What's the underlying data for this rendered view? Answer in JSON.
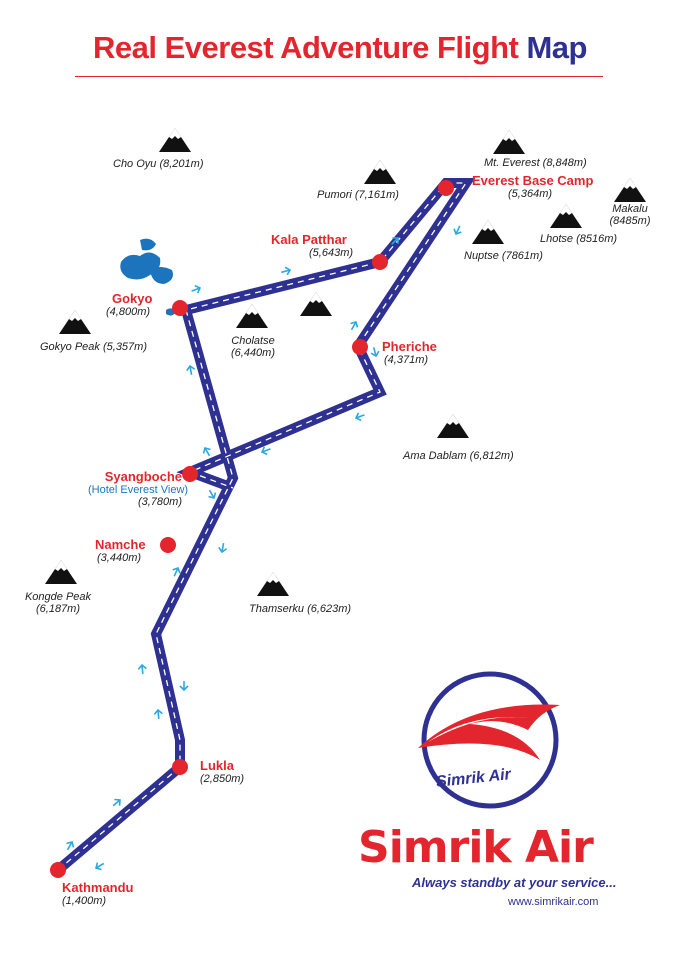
{
  "title": {
    "part1": "Real Everest Adventure Flight",
    "part2": "Map"
  },
  "peaks": [
    {
      "name": "Cho Oyu (8,201m)"
    },
    {
      "name": "Mt. Everest (8,848m)"
    },
    {
      "name": "Pumori (7,161m)"
    },
    {
      "name": "Makalu",
      "elev": "(8485m)"
    },
    {
      "name": "Lhotse (8516m)"
    },
    {
      "name": "Nuptse (7861m)"
    },
    {
      "name": "Gokyo Peak (5,357m)"
    },
    {
      "name": "Cholatse",
      "elev": "(6,440m)"
    },
    {
      "name": "Ama Dablam (6,812m)"
    },
    {
      "name": "Kongde Peak",
      "elev": "(6,187m)"
    },
    {
      "name": "Thamserku (6,623m)"
    }
  ],
  "stops": [
    {
      "name": "Everest Base Camp",
      "elev": "(5,364m)"
    },
    {
      "name": "Kala Patthar",
      "elev": "(5,643m)"
    },
    {
      "name": "Gokyo",
      "elev": "(4,800m)"
    },
    {
      "name": "Pheriche",
      "elev": "(4,371m)"
    },
    {
      "name": "Syangboche",
      "sub": "(Hotel Everest View)",
      "elev": "(3,780m)"
    },
    {
      "name": "Namche",
      "elev": "(3,440m)"
    },
    {
      "name": "Lukla",
      "elev": "(2,850m)"
    },
    {
      "name": "Kathmandu",
      "elev": "(1,400m)"
    }
  ],
  "logo": {
    "emblem_text": "Simrik Air",
    "brand": "Simrik Air",
    "slogan": "Always standby at your service...",
    "website": "www.simrikair.com"
  },
  "colors": {
    "route": "#2e3192",
    "stop": "#e3262d",
    "arrow": "#29a9e0",
    "lake": "#1c75bc"
  }
}
